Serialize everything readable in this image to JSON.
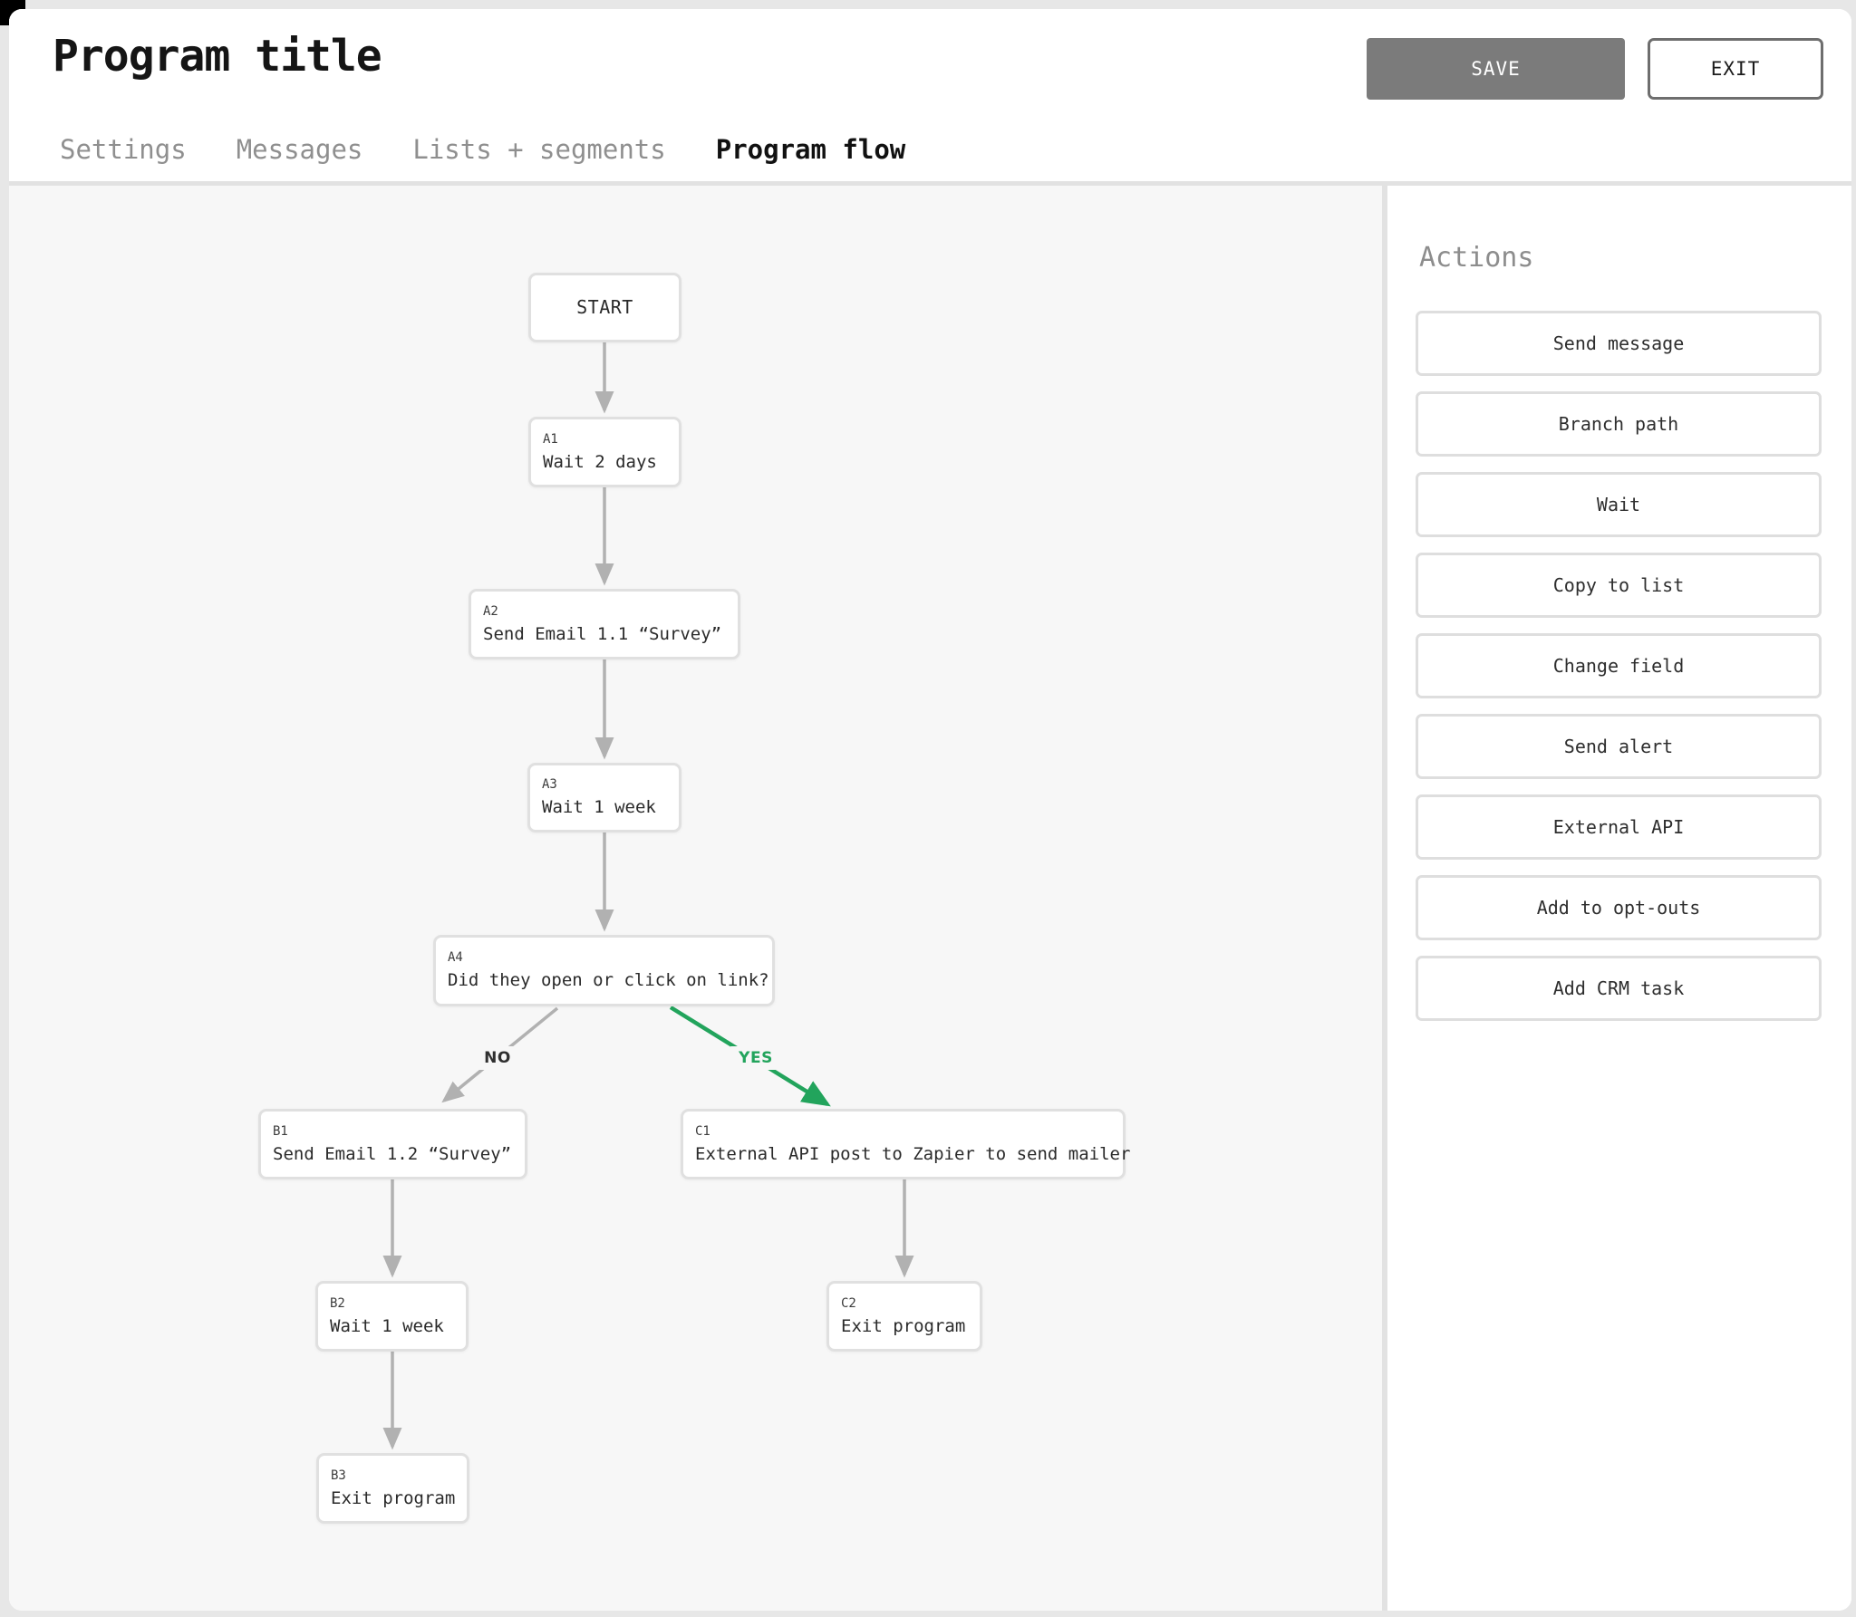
{
  "header": {
    "title": "Program title",
    "tabs": [
      {
        "label": "Settings",
        "active": false
      },
      {
        "label": "Messages",
        "active": false
      },
      {
        "label": "Lists + segments",
        "active": false
      },
      {
        "label": "Program flow",
        "active": true
      }
    ],
    "save_label": "SAVE",
    "exit_label": "EXIT"
  },
  "flow": {
    "nodes": [
      {
        "key": "start",
        "tag": "",
        "text": "START"
      },
      {
        "key": "a1",
        "tag": "A1",
        "text": "Wait 2 days"
      },
      {
        "key": "a2",
        "tag": "A2",
        "text": "Send Email 1.1 “Survey”"
      },
      {
        "key": "a3",
        "tag": "A3",
        "text": "Wait 1 week"
      },
      {
        "key": "a4",
        "tag": "A4",
        "text": "Did they open or click on link?"
      },
      {
        "key": "b1",
        "tag": "B1",
        "text": "Send Email 1.2 “Survey”"
      },
      {
        "key": "c1",
        "tag": "C1",
        "text": "External API post to Zapier to send mailer"
      },
      {
        "key": "b2",
        "tag": "B2",
        "text": "Wait 1 week"
      },
      {
        "key": "c2",
        "tag": "C2",
        "text": "Exit program"
      },
      {
        "key": "b3",
        "tag": "B3",
        "text": "Exit program"
      }
    ],
    "no_label": "NO",
    "yes_label": "YES"
  },
  "sidebar": {
    "title": "Actions",
    "actions": [
      "Send message",
      "Branch path",
      "Wait",
      "Copy to list",
      "Change field",
      "Send alert",
      "External API",
      "Add to opt-outs",
      "Add CRM task"
    ]
  },
  "colors": {
    "yes_green": "#22a45c",
    "arrow_grey": "#b1b1b1",
    "save_button_grey": "#7b7b7b",
    "canvas_grey": "#f7f7f7"
  }
}
